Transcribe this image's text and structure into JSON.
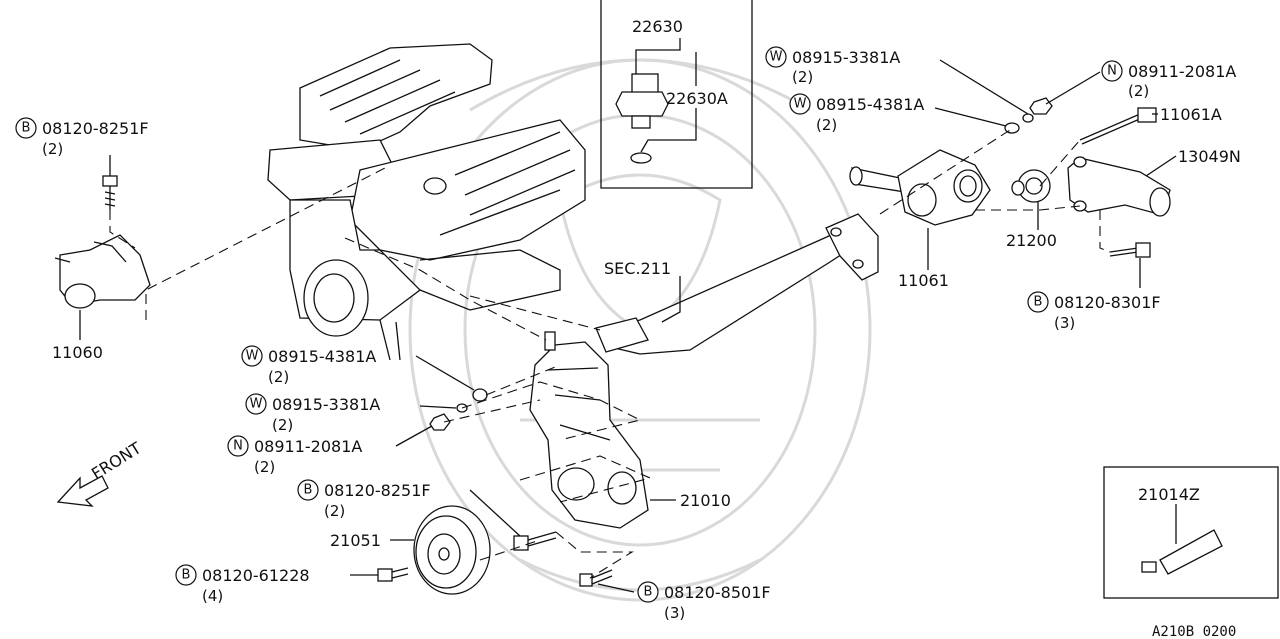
{
  "diagram_code": "A210B 0200",
  "front_label": "FRONT",
  "callouts": {
    "c11060": {
      "prefix": "",
      "part": "11060",
      "qty": ""
    },
    "c08120_8251F_a": {
      "prefix": "B",
      "part": "08120-8251F",
      "qty": "(2)"
    },
    "c22630": {
      "prefix": "",
      "part": "22630",
      "qty": ""
    },
    "c22630A": {
      "prefix": "",
      "part": "22630A",
      "qty": ""
    },
    "c08915_3381A_a": {
      "prefix": "W",
      "part": "08915-3381A",
      "qty": "(2)"
    },
    "c08915_4381A_a": {
      "prefix": "W",
      "part": "08915-4381A",
      "qty": "(2)"
    },
    "c08911_2081A_a": {
      "prefix": "N",
      "part": "08911-2081A",
      "qty": "(2)"
    },
    "c11061A": {
      "prefix": "",
      "part": "11061A",
      "qty": ""
    },
    "c13049N": {
      "prefix": "",
      "part": "13049N",
      "qty": ""
    },
    "c21200": {
      "prefix": "",
      "part": "21200",
      "qty": ""
    },
    "c11061": {
      "prefix": "",
      "part": "11061",
      "qty": ""
    },
    "c08120_8301F": {
      "prefix": "B",
      "part": "08120-8301F",
      "qty": "(3)"
    },
    "cSEC211": {
      "prefix": "",
      "part": "SEC.211",
      "qty": ""
    },
    "c08915_4381A_b": {
      "prefix": "W",
      "part": "08915-4381A",
      "qty": "(2)"
    },
    "c08915_3381A_b": {
      "prefix": "W",
      "part": "08915-3381A",
      "qty": "(2)"
    },
    "c08911_2081A_b": {
      "prefix": "N",
      "part": "08911-2081A",
      "qty": "(2)"
    },
    "c08120_8251F_b": {
      "prefix": "B",
      "part": "08120-8251F",
      "qty": "(2)"
    },
    "c21010": {
      "prefix": "",
      "part": "21010",
      "qty": ""
    },
    "c21051": {
      "prefix": "",
      "part": "21051",
      "qty": ""
    },
    "c08120_61228": {
      "prefix": "B",
      "part": "08120-61228",
      "qty": "(4)"
    },
    "c08120_8501F": {
      "prefix": "B",
      "part": "08120-8501F",
      "qty": "(3)"
    },
    "c21014Z": {
      "prefix": "",
      "part": "21014Z",
      "qty": ""
    }
  }
}
